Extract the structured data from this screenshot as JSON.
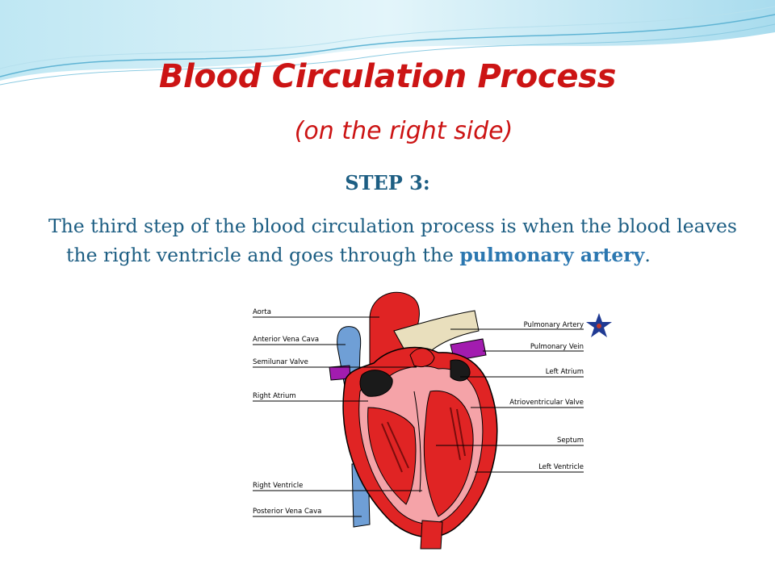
{
  "slide": {
    "title": "Blood Circulation Process",
    "subtitle": "(on the right side)",
    "step_label": "STEP 3:",
    "body_prefix": "The third step of the blood circulation process is when the blood leaves the right ventricle and goes through the",
    "body_bold": "pulmonary artery",
    "body_suffix": "."
  },
  "diagram": {
    "labels": {
      "aorta": "Aorta",
      "anterior_vena_cava": "Anterior Vena Cava",
      "semilunar_valve": "Semilunar Valve",
      "right_atrium": "Right Atrium",
      "right_ventricle": "Right Ventricle",
      "posterior_vena_cava": "Posterior Vena Cava",
      "pulmonary_artery": "Pulmonary Artery",
      "pulmonary_vein": "Pulmonary Vein",
      "left_atrium": "Left Atrium",
      "atrioventricular_valve": "Atrioventricular Valve",
      "septum": "Septum",
      "left_ventricle": "Left Ventricle"
    }
  },
  "colors": {
    "title": "#cc1414",
    "text": "#1d5e83",
    "highlight": "#2b77b0",
    "heart_red": "#e02424",
    "vein_blue": "#6f9fd6",
    "star": "#1f3a93"
  }
}
